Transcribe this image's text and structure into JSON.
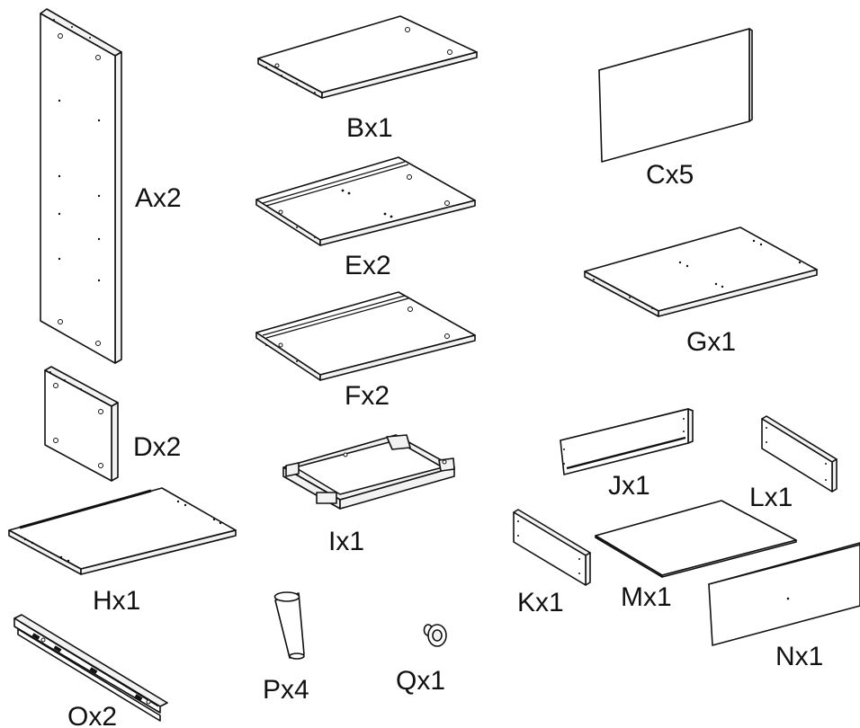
{
  "parts": {
    "A": "Ax2",
    "B": "Bx1",
    "C": "Cx5",
    "D": "Dx2",
    "E": "Ex2",
    "F": "Fx2",
    "G": "Gx1",
    "H": "Hx1",
    "I": "Ix1",
    "J": "Jx1",
    "K": "Kx1",
    "L": "Lx1",
    "M": "Mx1",
    "N": "Nx1",
    "O": "Ox2",
    "P": "Px4",
    "Q": "Qx1"
  }
}
